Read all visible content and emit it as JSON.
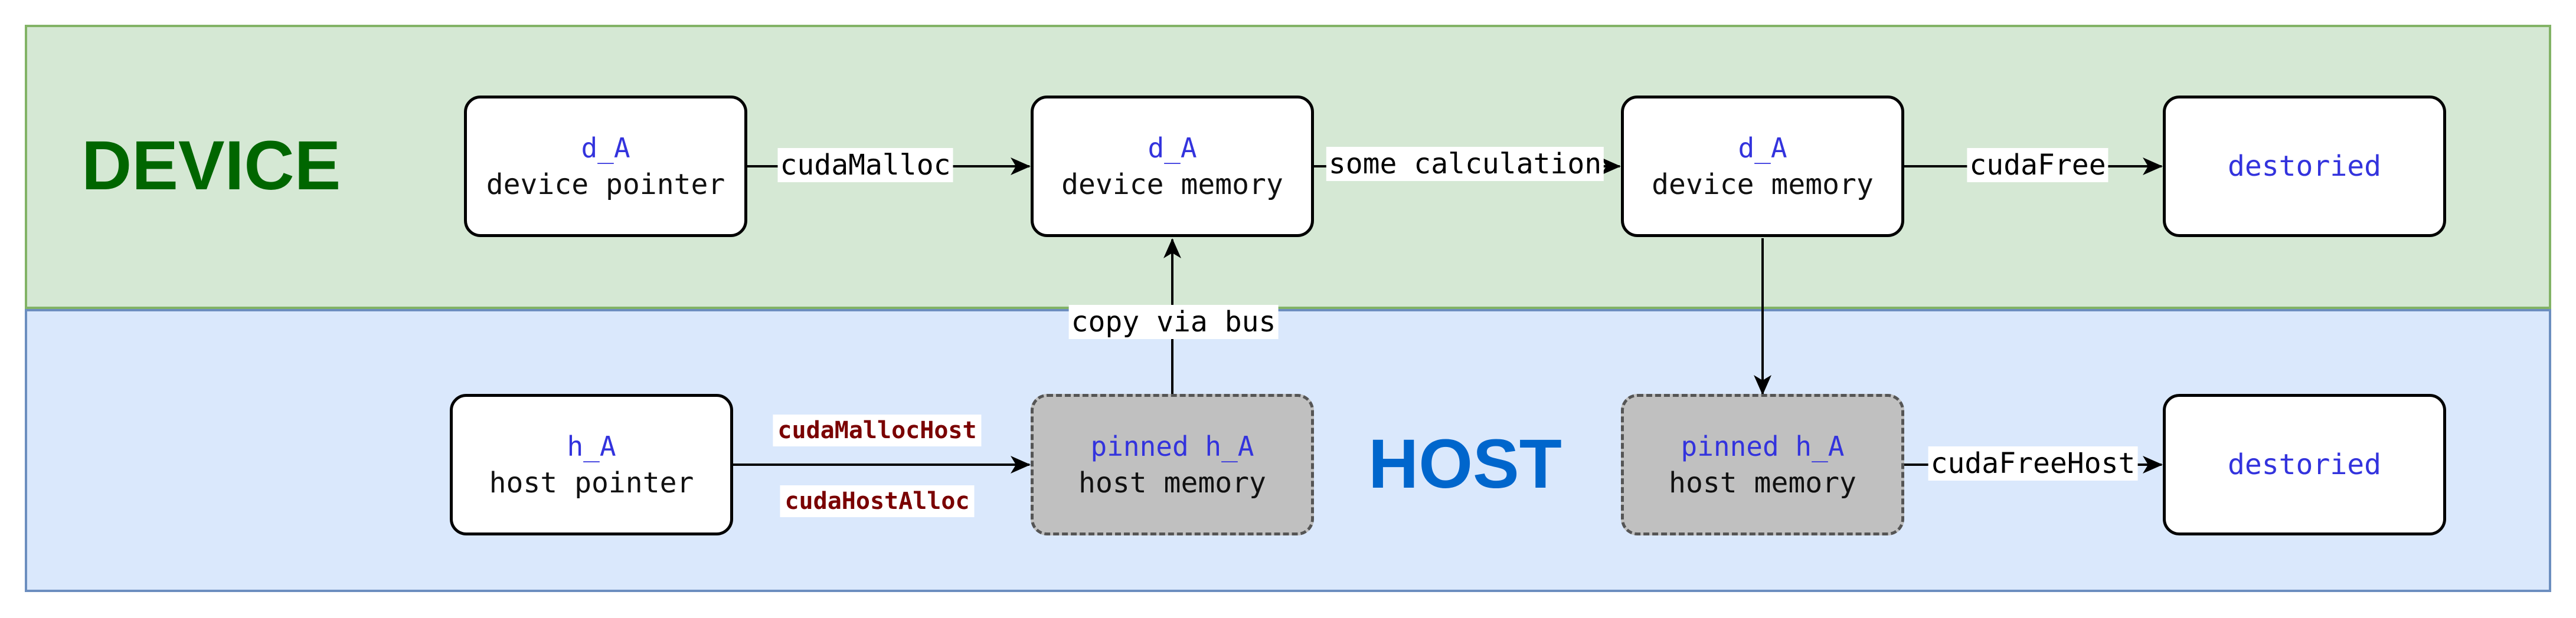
{
  "regions": {
    "device": "DEVICE",
    "host": "HOST"
  },
  "nodes": {
    "device_pointer": {
      "var": "d_A",
      "desc": "device pointer"
    },
    "device_memory_1": {
      "var": "d_A",
      "desc": "device memory"
    },
    "device_memory_2": {
      "var": "d_A",
      "desc": "device memory"
    },
    "device_destroyed": {
      "text": "destoried"
    },
    "host_pointer": {
      "var": "h_A",
      "desc": "host pointer"
    },
    "pinned_memory_1": {
      "var": "pinned h_A",
      "desc": "host memory"
    },
    "pinned_memory_2": {
      "var": "pinned h_A",
      "desc": "host memory"
    },
    "host_destroyed": {
      "text": "destoried"
    }
  },
  "edges": {
    "cuda_malloc": "cudaMalloc",
    "some_calculation": "some calculation",
    "cuda_free": "cudaFree",
    "copy_via_bus": "copy via bus",
    "cuda_malloc_host": "cudaMallocHost",
    "cuda_host_alloc": "cudaHostAlloc",
    "cuda_free_host": "cudaFreeHost"
  },
  "colors": {
    "device_fill": "#d5e8d4",
    "device_border": "#82b366",
    "host_fill": "#dae8fc",
    "host_border": "#6c8ebf",
    "device_title": "#006600",
    "host_title": "#0066cc",
    "variable_text": "#3333dd",
    "api_code_text": "#7a0000",
    "pinned_fill": "#c0c0c0"
  }
}
